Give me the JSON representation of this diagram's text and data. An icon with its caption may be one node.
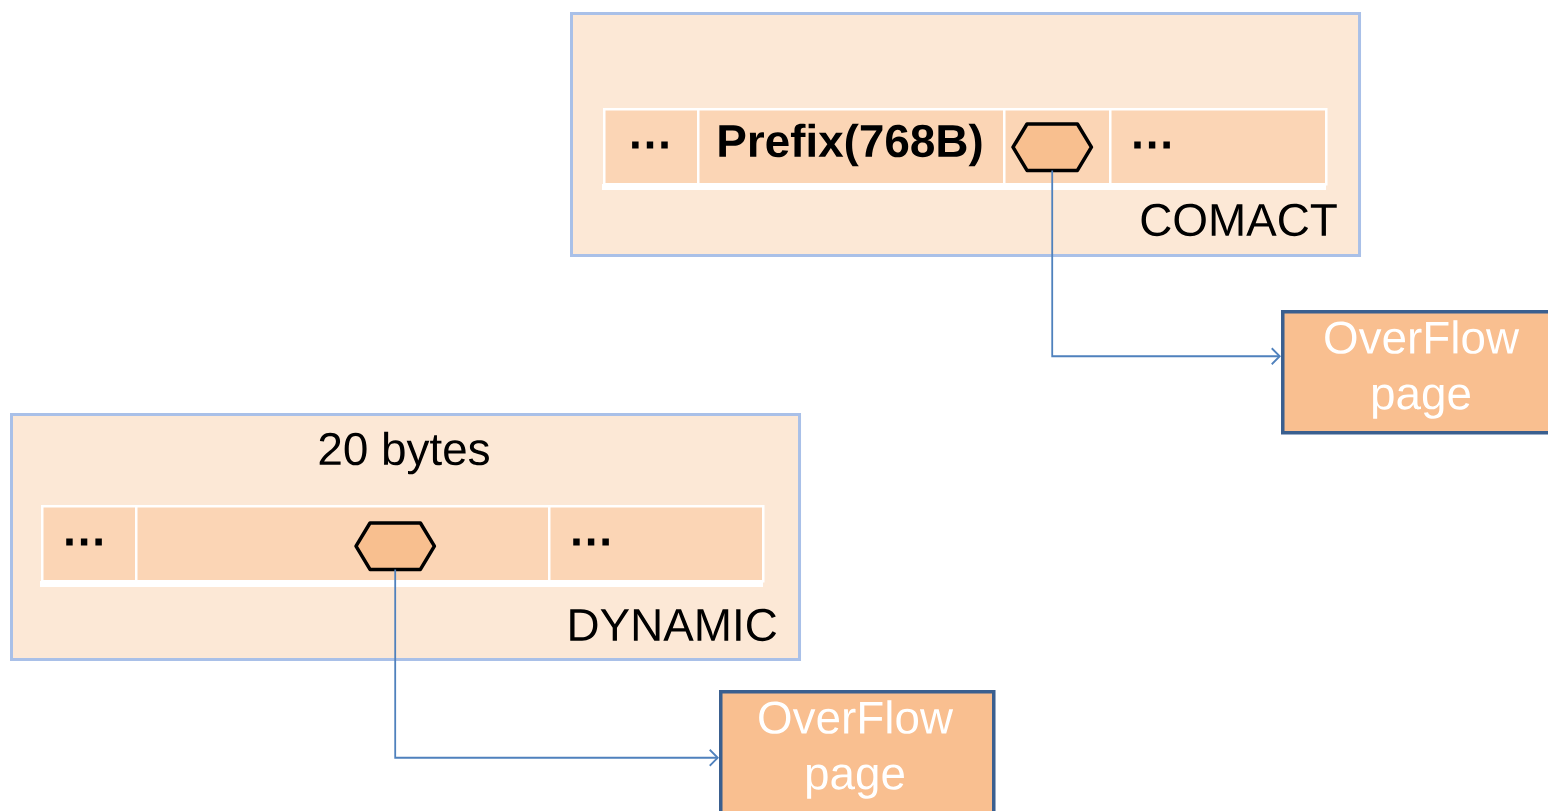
{
  "diagram": {
    "nodes": [
      {
        "text": [
          "COMACT"
        ]
      },
      {
        "text": [
          "…"
        ],
        "in": 0
      },
      {
        "text": [
          "Prefix(768B)"
        ],
        "in": 0
      },
      {
        "text": [],
        "shape": "box",
        "in": 0
      },
      {
        "text": [],
        "shape": "hexagon",
        "in": 3
      },
      {
        "text": [
          "…"
        ],
        "in": 0
      },
      {
        "text": [
          "OverFlow page"
        ]
      },
      {
        "text": [
          "20 bytes",
          "DYNAMIC"
        ]
      },
      {
        "text": [
          "…"
        ],
        "in": 7
      },
      {
        "text": [],
        "shape": "box",
        "in": 7
      },
      {
        "text": [],
        "shape": "hexagon",
        "in": 9
      },
      {
        "text": [
          "…"
        ],
        "in": 7
      },
      {
        "text": [
          "OverFlow page"
        ]
      }
    ],
    "edges": [
      {
        "from": 4,
        "to": 6,
        "arrow": "to"
      },
      {
        "from": 10,
        "to": 12,
        "arrow": "to"
      }
    ]
  }
}
